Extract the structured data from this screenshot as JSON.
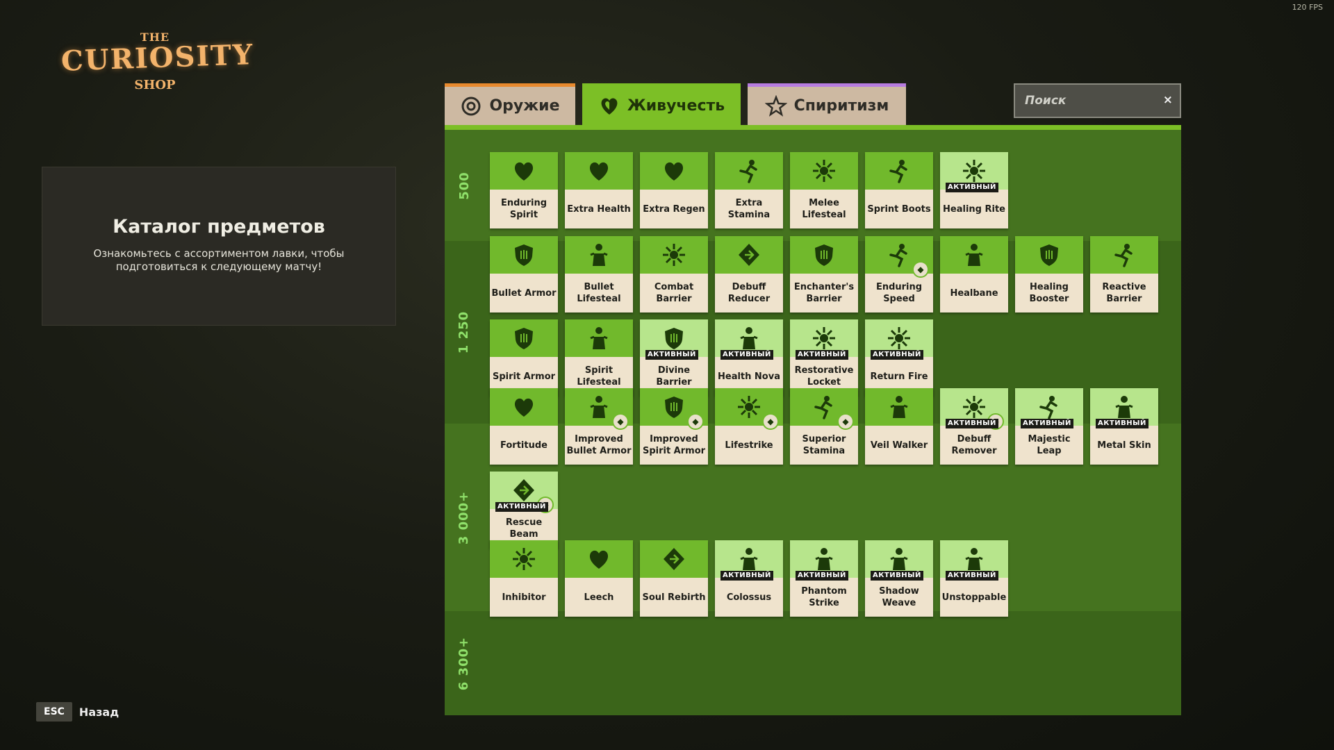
{
  "fps": "120 FPS",
  "logo": {
    "the": "THE",
    "main": "CURIOSITY",
    "shop": "SHOP"
  },
  "catalog": {
    "title": "Каталог предметов",
    "description": "Ознакомьтесь с ассортиментом лавки, чтобы подготовиться к следующему матчу!"
  },
  "back": {
    "key": "ESC",
    "label": "Назад"
  },
  "tabs": [
    {
      "label": "Оружие",
      "icon": "weapon-icon"
    },
    {
      "label": "Живучесть",
      "icon": "vitality-icon"
    },
    {
      "label": "Спиритизм",
      "icon": "spirit-icon"
    }
  ],
  "search": {
    "placeholder": "Поиск",
    "clear": "×"
  },
  "active_badge": "АКТИВНЫЙ",
  "colors": {
    "vitality": "#7cbf26",
    "weapon": "#e88a2e",
    "spirit": "#b77ce0",
    "panel": "#3e6a1c"
  },
  "tiers": [
    {
      "price": "500",
      "items": [
        {
          "name": "Enduring Spirit",
          "active": false
        },
        {
          "name": "Extra Health",
          "active": false
        },
        {
          "name": "Extra Regen",
          "active": false
        },
        {
          "name": "Extra Stamina",
          "active": false
        },
        {
          "name": "Melee Lifesteal",
          "active": false
        },
        {
          "name": "Sprint Boots",
          "active": false
        },
        {
          "name": "Healing Rite",
          "active": true
        }
      ]
    },
    {
      "price": "1 250",
      "items": [
        {
          "name": "Bullet Armor",
          "active": false
        },
        {
          "name": "Bullet Lifesteal",
          "active": false
        },
        {
          "name": "Combat Barrier",
          "active": false
        },
        {
          "name": "Debuff Reducer",
          "active": false
        },
        {
          "name": "Enchanter's Barrier",
          "active": false
        },
        {
          "name": "Enduring Speed",
          "active": false
        },
        {
          "name": "Healbane",
          "active": false
        },
        {
          "name": "Healing Booster",
          "active": false
        },
        {
          "name": "Reactive Barrier",
          "active": false
        },
        {
          "name": "Spirit Armor",
          "active": false
        },
        {
          "name": "Spirit Lifesteal",
          "active": false
        },
        {
          "name": "Divine Barrier",
          "active": true
        },
        {
          "name": "Health Nova",
          "active": true
        },
        {
          "name": "Restorative Locket",
          "active": true
        },
        {
          "name": "Return Fire",
          "active": true
        }
      ]
    },
    {
      "price": "3 000+",
      "items": [
        {
          "name": "Fortitude",
          "active": false
        },
        {
          "name": "Improved Bullet Armor",
          "active": false
        },
        {
          "name": "Improved Spirit Armor",
          "active": false
        },
        {
          "name": "Lifestrike",
          "active": false
        },
        {
          "name": "Superior Stamina",
          "active": false
        },
        {
          "name": "Veil Walker",
          "active": false
        },
        {
          "name": "Debuff Remover",
          "active": true
        },
        {
          "name": "Majestic Leap",
          "active": true
        },
        {
          "name": "Metal Skin",
          "active": true
        },
        {
          "name": "Rescue Beam",
          "active": true
        }
      ]
    },
    {
      "price": "6 300+",
      "items": [
        {
          "name": "Inhibitor",
          "active": false
        },
        {
          "name": "Leech",
          "active": false
        },
        {
          "name": "Soul Rebirth",
          "active": false
        },
        {
          "name": "Colossus",
          "active": true
        },
        {
          "name": "Phantom Strike",
          "active": true
        },
        {
          "name": "Shadow Weave",
          "active": true
        },
        {
          "name": "Unstoppable",
          "active": true
        }
      ]
    }
  ]
}
